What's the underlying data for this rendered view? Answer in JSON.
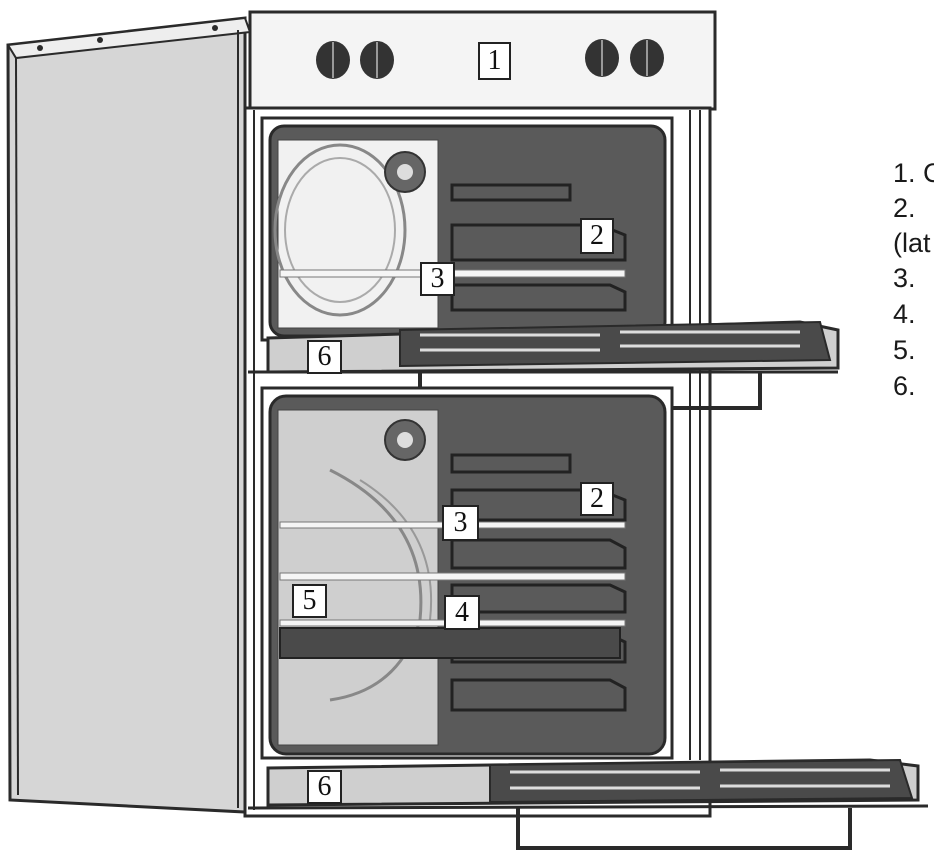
{
  "callouts": {
    "control_panel": "1",
    "upper_shelf_support": "2",
    "upper_rack": "3",
    "upper_door": "6",
    "lower_shelf_support": "2",
    "lower_rack_top": "3",
    "lower_rack_bottom": "4",
    "lower_rack_tray": "5",
    "lower_door": "6"
  },
  "legend": [
    {
      "text": "1. C"
    },
    {
      "text": "2."
    },
    {
      "text": "(lat"
    },
    {
      "text": "3."
    },
    {
      "text": "4."
    },
    {
      "text": "5."
    },
    {
      "text": "6."
    }
  ],
  "colors": {
    "line": "#2a2a2a",
    "cavity_dark": "#5a5a5a",
    "cavity_mid": "#8c8c8c",
    "panel_light": "#d9d9d9"
  }
}
